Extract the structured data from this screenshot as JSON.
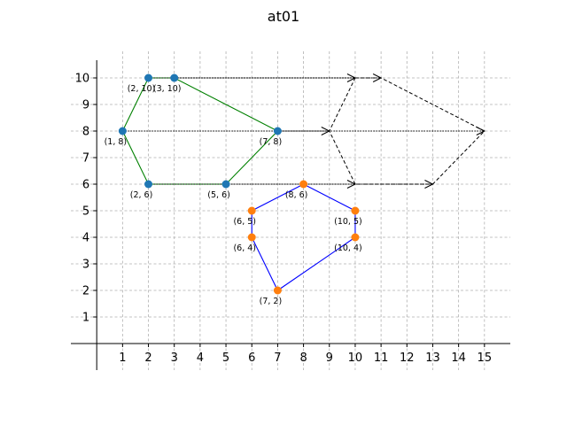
{
  "chart_data": {
    "type": "scatter",
    "title": "at01",
    "xlabel": "",
    "ylabel": "",
    "xlim": [
      -1,
      16
    ],
    "ylim": [
      -1,
      11
    ],
    "xticks": [
      1,
      2,
      3,
      4,
      5,
      6,
      7,
      8,
      9,
      10,
      11,
      12,
      13,
      14,
      15
    ],
    "yticks": [
      1,
      2,
      3,
      4,
      5,
      6,
      7,
      8,
      9,
      10
    ],
    "grid": true,
    "legend": "none",
    "series": [
      {
        "color": "#1f77b4",
        "line_color": "#008000",
        "closed": true,
        "points": [
          {
            "x": 2,
            "y": 10,
            "label": "(2, 10)"
          },
          {
            "x": 3,
            "y": 10,
            "label": "(3, 10)"
          },
          {
            "x": 7,
            "y": 8,
            "label": "(7, 8)"
          },
          {
            "x": 5,
            "y": 6,
            "label": "(5, 6)"
          },
          {
            "x": 2,
            "y": 6,
            "label": "(2, 6)"
          },
          {
            "x": 1,
            "y": 8,
            "label": "(1, 8)"
          }
        ]
      },
      {
        "color": "#ff7f0e",
        "line_color": "#0000ff",
        "closed": true,
        "points": [
          {
            "x": 8,
            "y": 6,
            "label": "(8, 6)"
          },
          {
            "x": 10,
            "y": 5,
            "label": "(10, 5)"
          },
          {
            "x": 10,
            "y": 4,
            "label": "(10, 4)"
          },
          {
            "x": 7,
            "y": 2,
            "label": "(7, 2)"
          },
          {
            "x": 6,
            "y": 4,
            "label": "(6, 4)"
          },
          {
            "x": 6,
            "y": 5,
            "label": "(6, 5)"
          }
        ]
      }
    ],
    "arrows": [
      {
        "from": [
          2,
          10
        ],
        "to": [
          10,
          10
        ]
      },
      {
        "from": [
          3,
          10
        ],
        "to": [
          11,
          10
        ]
      },
      {
        "from": [
          1,
          8
        ],
        "to": [
          9,
          8
        ]
      },
      {
        "from": [
          7,
          8
        ],
        "to": [
          15,
          8
        ]
      },
      {
        "from": [
          2,
          6
        ],
        "to": [
          10,
          6
        ]
      },
      {
        "from": [
          5,
          6
        ],
        "to": [
          13,
          6
        ]
      }
    ],
    "translated_polygon": {
      "color": "#000000",
      "style": "dashed",
      "points": [
        [
          10,
          10
        ],
        [
          11,
          10
        ],
        [
          15,
          8
        ],
        [
          13,
          6
        ],
        [
          10,
          6
        ],
        [
          9,
          8
        ]
      ]
    }
  }
}
